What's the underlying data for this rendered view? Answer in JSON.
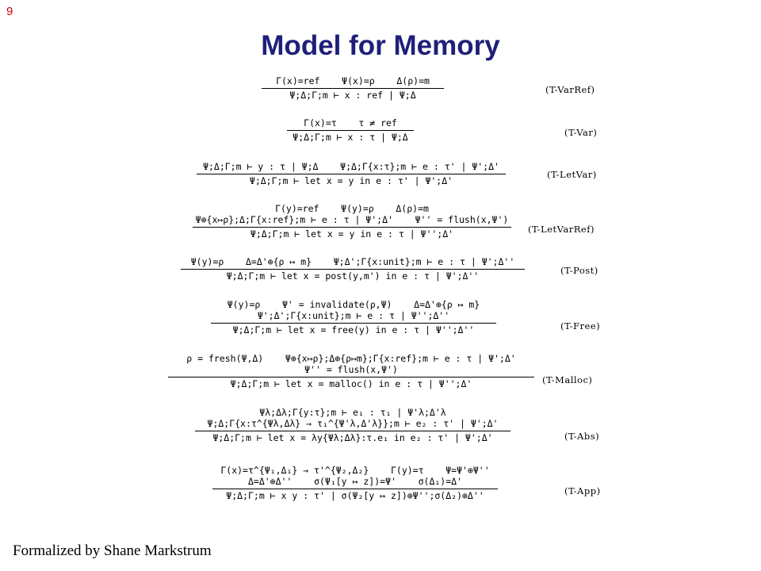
{
  "slide_number": "9",
  "title": "Model for Memory",
  "credit": "Formalized by Shane Markstrum",
  "rules": [
    {
      "name": "(T-VarRef)",
      "premises": [
        "Γ(x)=ref    Ψ(x)=ρ    Δ(ρ)=m"
      ],
      "conclusion": "Ψ;Δ;Γ;m ⊢ x : ref | Ψ;Δ"
    },
    {
      "name": "(T-Var)",
      "premises": [
        "Γ(x)=τ    τ ≠ ref"
      ],
      "conclusion": "Ψ;Δ;Γ;m ⊢ x : τ | Ψ;Δ"
    },
    {
      "name": "(T-LetVar)",
      "premises": [
        "Ψ;Δ;Γ;m ⊢ y : τ | Ψ;Δ    Ψ;Δ;Γ{x:τ};m ⊢ e : τ' | Ψ';Δ'"
      ],
      "conclusion": "Ψ;Δ;Γ;m ⊢ let x = y in e : τ' | Ψ';Δ'"
    },
    {
      "name": "(T-LetVarRef)",
      "premises": [
        "Γ(y)=ref    Ψ(y)=ρ    Δ(ρ)=m",
        "Ψ⊕{x↦ρ};Δ;Γ{x:ref};m ⊢ e : τ | Ψ';Δ'    Ψ'' = flush(x,Ψ')"
      ],
      "conclusion": "Ψ;Δ;Γ;m ⊢ let x = y in e : τ | Ψ'';Δ'"
    },
    {
      "name": "(T-Post)",
      "premises": [
        "Ψ(y)=ρ    Δ=Δ'⊕{ρ ↦ m}    Ψ;Δ';Γ{x:unit};m ⊢ e : τ | Ψ';Δ''"
      ],
      "conclusion": "Ψ;Δ;Γ;m ⊢ let x = post(y,m') in e : τ | Ψ';Δ''"
    },
    {
      "name": "(T-Free)",
      "premises": [
        "Ψ(y)=ρ    Ψ' = invalidate(ρ,Ψ)    Δ=Δ'⊕{ρ ↦ m}",
        "Ψ';Δ';Γ{x:unit};m ⊢ e : τ | Ψ'';Δ''"
      ],
      "conclusion": "Ψ;Δ;Γ;m ⊢ let x = free(y) in e : τ | Ψ'';Δ''"
    },
    {
      "name": "(T-Malloc)",
      "premises": [
        "ρ = fresh(Ψ,Δ)    Ψ⊕{x↦ρ};Δ⊕{ρ↦m};Γ{x:ref};m ⊢ e : τ | Ψ';Δ'",
        "Ψ'' = flush(x,Ψ')"
      ],
      "conclusion": "Ψ;Δ;Γ;m ⊢ let x = malloc() in e : τ | Ψ'';Δ'"
    },
    {
      "name": "(T-Abs)",
      "premises": [
        "Ψλ;Δλ;Γ{y:τ};m ⊢ e₁ : τ₁ | Ψ'λ;Δ'λ",
        "Ψ;Δ;Γ{x:τ^{Ψλ,Δλ} → τ₁^{Ψ'λ,Δ'λ}};m ⊢ e₂ : τ' | Ψ';Δ'"
      ],
      "conclusion": "Ψ;Δ;Γ;m ⊢ let x = λy{Ψλ;Δλ}:τ.e₁ in e₂ : τ' | Ψ';Δ'"
    },
    {
      "name": "(T-App)",
      "premises": [
        "Γ(x)=τ^{Ψ₁,Δ₁} → τ'^{Ψ₂,Δ₂}    Γ(y)=τ    Ψ=Ψ'⊕Ψ''",
        "Δ=Δ'⊕Δ''    σ(Ψ₁[y ↦ z])=Ψ'    σ(Δ₁)=Δ'"
      ],
      "conclusion": "Ψ;Δ;Γ;m ⊢ x y : τ' | σ(Ψ₂[y ↦ z])⊕Ψ'';σ(Δ₂)⊕Δ''"
    }
  ]
}
